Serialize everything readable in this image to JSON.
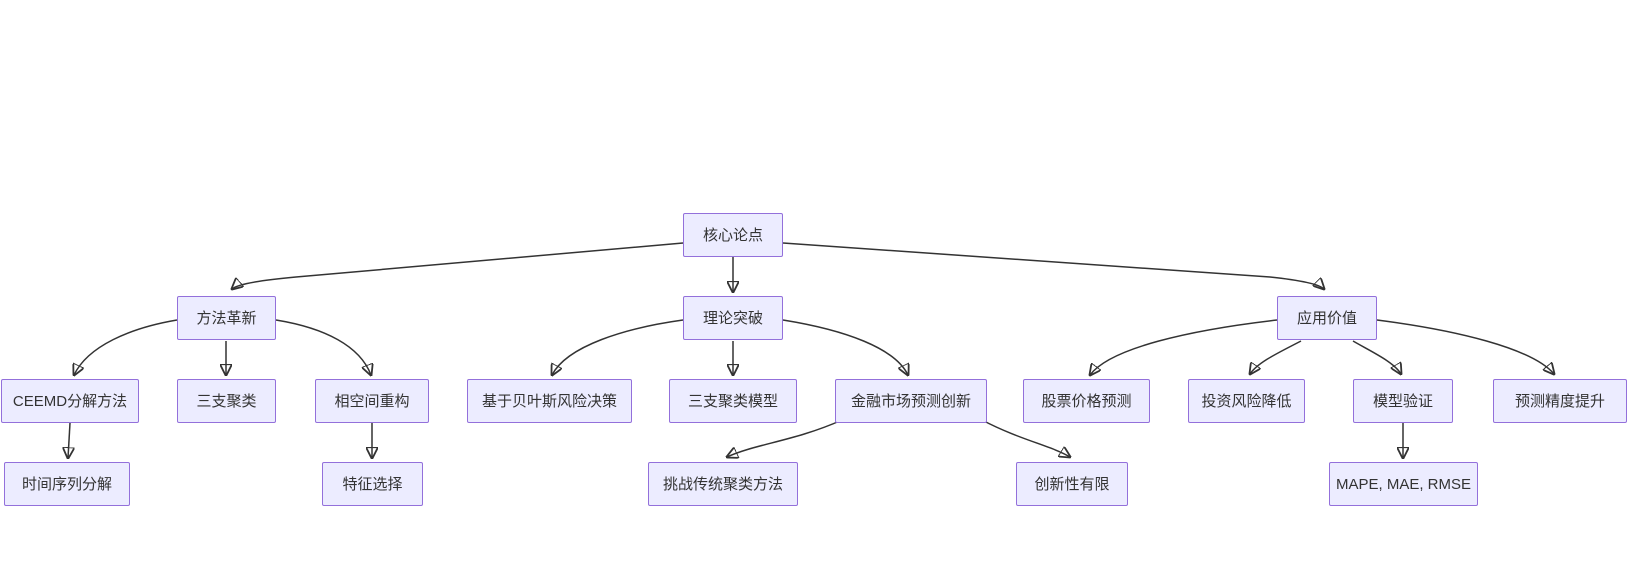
{
  "diagram": {
    "type": "flowchart",
    "direction": "top-down",
    "root": {
      "label": "核心论点"
    },
    "branches": [
      {
        "label": "方法革新",
        "children": [
          {
            "label": "CEEMD分解方法",
            "children": [
              {
                "label": "时间序列分解"
              }
            ]
          },
          {
            "label": "三支聚类"
          },
          {
            "label": "相空间重构",
            "children": [
              {
                "label": "特征选择"
              }
            ]
          }
        ]
      },
      {
        "label": "理论突破",
        "children": [
          {
            "label": "基于贝叶斯风险决策"
          },
          {
            "label": "三支聚类模型"
          },
          {
            "label": "金融市场预测创新",
            "children": [
              {
                "label": "挑战传统聚类方法"
              },
              {
                "label": "创新性有限"
              }
            ]
          }
        ]
      },
      {
        "label": "应用价值",
        "children": [
          {
            "label": "股票价格预测"
          },
          {
            "label": "投资风险降低"
          },
          {
            "label": "模型验证",
            "children": [
              {
                "label": "MAPE, MAE, RMSE"
              }
            ]
          },
          {
            "label": "预测精度提升"
          }
        ]
      }
    ],
    "colors": {
      "node_fill": "#ECECFF",
      "node_border": "#9370DB",
      "edge": "#333333",
      "text": "#333333",
      "background": "#FFFFFF"
    }
  }
}
